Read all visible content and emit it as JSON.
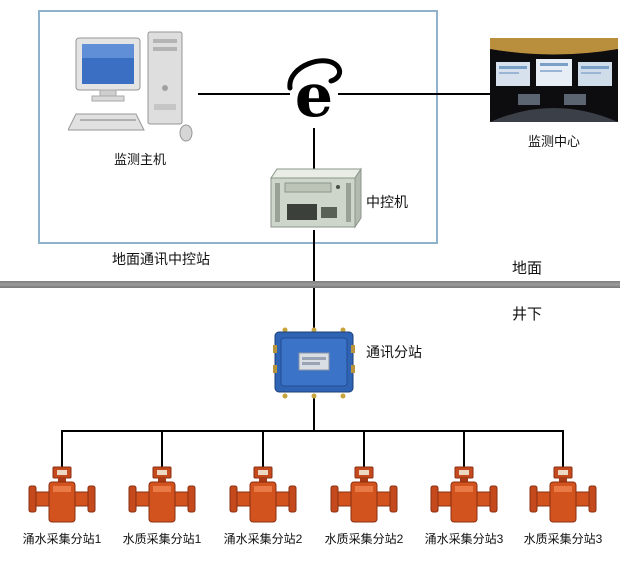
{
  "surface_station": {
    "box_label": "地面通讯中控站",
    "monitor_host": {
      "label": "监测主机"
    },
    "central_control": {
      "label": "中控机"
    }
  },
  "monitor_center": {
    "label": "监测中心"
  },
  "ground": {
    "surface_label": "地面",
    "underground_label": "井下"
  },
  "comm_substation": {
    "label": "通讯分站"
  },
  "devices": [
    {
      "label": "涌水采集分站1"
    },
    {
      "label": "水质采集分站1"
    },
    {
      "label": "涌水采集分站2"
    },
    {
      "label": "水质采集分站2"
    },
    {
      "label": "涌水采集分站3"
    },
    {
      "label": "水质采集分站3"
    }
  ],
  "icons": {
    "internet_glyph": "e",
    "internet": "internet-e-logo",
    "monitor_host": "desktop-computer",
    "central_control": "rack-server",
    "comm_substation": "blue-substation-box",
    "device": "orange-collector-device",
    "monitor_center": "control-room-photo"
  },
  "colors": {
    "station_box_border": "#8fb3ca",
    "ground_bar": "#8e8e8e",
    "connection_line": "#000000",
    "substation_blue": "#2f63b4",
    "device_orange": "#d3531f"
  }
}
